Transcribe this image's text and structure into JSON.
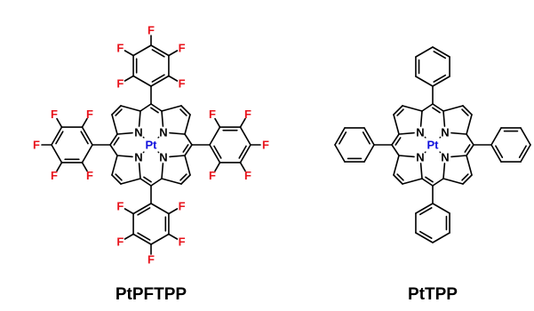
{
  "molecules": [
    {
      "caption": "PtPFTPP",
      "metal": "Pt",
      "nitrogen": "N",
      "substituent": "F",
      "substituent_color": "#e8141c"
    },
    {
      "caption": "PtTPP",
      "metal": "Pt",
      "nitrogen": "N"
    }
  ],
  "colors": {
    "metal": "#1111dd",
    "bond": "#000000",
    "label": "#000000"
  }
}
